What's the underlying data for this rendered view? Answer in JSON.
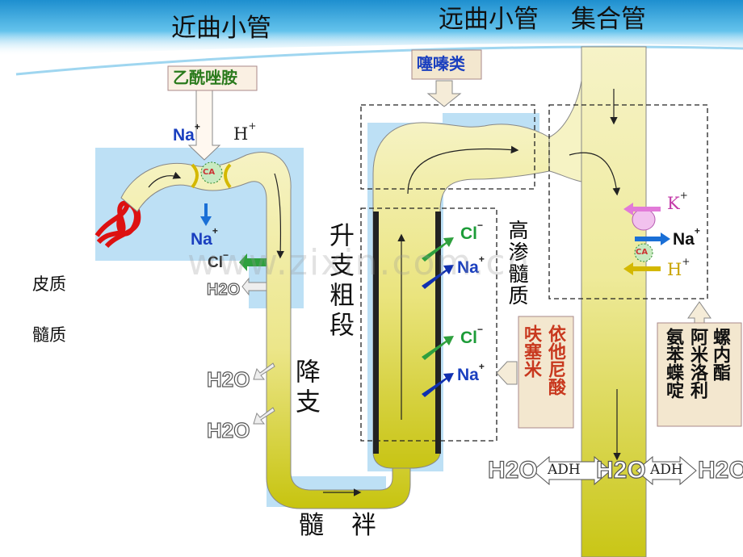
{
  "segments": {
    "proximal": "近曲小管",
    "distal": "远曲小管",
    "collecting": "集合管",
    "cortex": "皮质",
    "medulla": "髓质",
    "descending": "降支",
    "ascending": "升支粗段",
    "loop": "髓袢",
    "hyper_medulla": "高渗髓质"
  },
  "drugs": {
    "acetazolamide": "乙酰唑胺",
    "thiazides": "噻嗪类",
    "furosemide": "呋塞米",
    "ethacrynic": "依他尼酸",
    "spironolactone": "螺内酯",
    "amiloride": "阿米洛利",
    "triamterene": "氨苯蝶啶"
  },
  "ions": {
    "na": "Na",
    "h": "H",
    "k": "K",
    "cl": "Cl",
    "plus": "+",
    "minus": "−",
    "ca": "CA",
    "h2o": "H2O",
    "adh": "ADH"
  },
  "watermark": "www.zixin.com.cn",
  "colors": {
    "sky": "#3aa7da",
    "tubule": "#f5f1b8",
    "tubule_dark": "#c8c812",
    "highlight": "#bde0f5",
    "drug_orange": "#c8381e",
    "drug_green": "#2a7a1c"
  }
}
